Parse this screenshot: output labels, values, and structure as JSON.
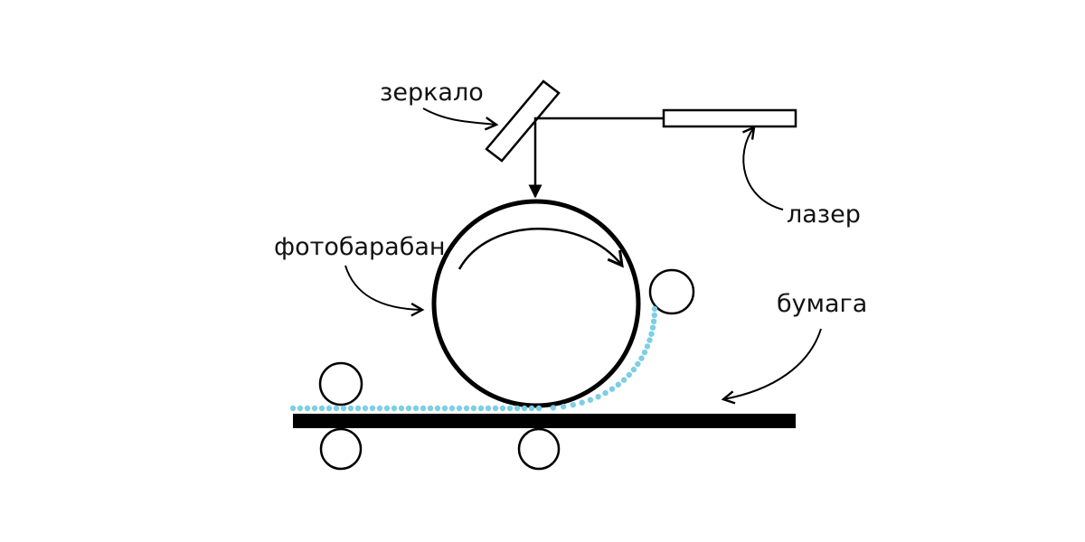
{
  "labels": {
    "mirror": "зеркало",
    "laser": "лазер",
    "drum": "фотобарабан",
    "paper": "бумага"
  },
  "colors": {
    "ink": "#000000",
    "toner": "#7dcfe3",
    "background": "#ffffff"
  }
}
